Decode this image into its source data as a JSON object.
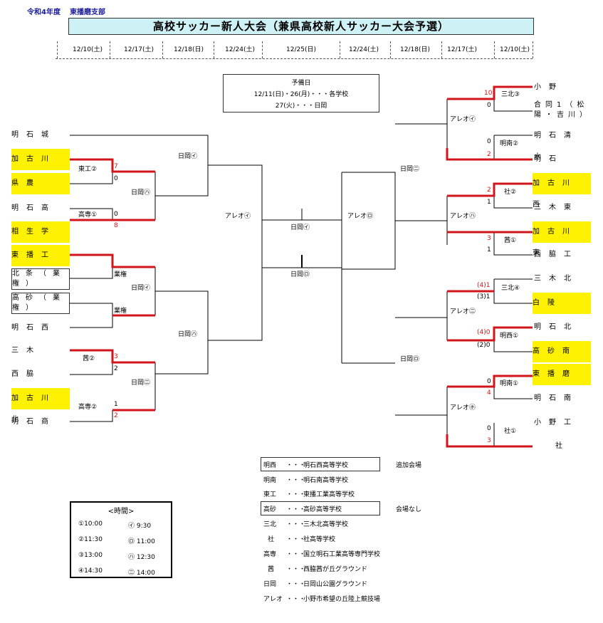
{
  "header": {
    "year": "令和4年度",
    "branch": "東播磨支部",
    "title": "高校サッカー新人大会（兼県高校新人サッカー大会予選）"
  },
  "dates": [
    "12/10(土)",
    "12/17(土)",
    "12/18(日)",
    "12/24(土)",
    "12/25(日)",
    "12/24(土)",
    "12/18(日)",
    "12/17(土)",
    "12/10(土)"
  ],
  "reserve": {
    "title": "予備日",
    "line1": "12/11(日)・26(月)・・・各学校",
    "line2": "27(火)・・・日岡"
  },
  "left_teams": [
    "明石城西",
    "加古川南",
    "県農",
    "明石高専",
    "相生学院",
    "東播工",
    "北条（業権）",
    "高砂（業権）",
    "明石西",
    "三木",
    "西脇",
    "加古川北",
    "明石商"
  ],
  "right_teams": [
    "小野",
    "合同1（松陽・吉川）",
    "明石清水",
    "明石",
    "加古川西",
    "三木東",
    "加古川東",
    "西脇工",
    "三木北",
    "白陵",
    "明石北",
    "高砂南",
    "東播磨",
    "明石南",
    "小野工",
    "社"
  ],
  "venues_left": [
    "東工②",
    "日岡㋑",
    "日岡㋩",
    "高専①",
    "業権",
    "日岡㋑",
    "業権",
    "日岡㋩",
    "茜②",
    "日岡㊁",
    "高専②",
    "アレオ㋑"
  ],
  "venues_center": [
    "日岡㋑",
    "日岡㋺"
  ],
  "venues_right": [
    "三北③",
    "アレオ㋑",
    "明南②",
    "日岡㊁",
    "社②",
    "アレオ㋩",
    "茜①",
    "アレオ㋺",
    "三北④",
    "アレオ㊁",
    "明西①",
    "日岡㋺",
    "明南①",
    "アレオ㋭",
    "社①"
  ],
  "scores_left": [
    "7",
    "0",
    "0",
    "8",
    "3",
    "2",
    "1",
    "2"
  ],
  "scores_right": [
    "10",
    "0",
    "0",
    "2",
    "2",
    "1",
    "3",
    "1",
    "(4)1",
    "(3)1",
    "(4)0",
    "(2)0",
    "0",
    "4",
    "0",
    "3"
  ],
  "time_box": {
    "title": "<時間>",
    "rows": [
      "①10:00",
      "㋑ 9:30",
      "②11:30",
      "㋺ 11:00",
      "③13:00",
      "㋩ 12:30",
      "④14:30",
      "㊁ 14:00"
    ]
  },
  "legend": [
    {
      "abbr": "明西",
      "desc": "明石西高等学校",
      "note": "追加会場"
    },
    {
      "abbr": "明南",
      "desc": "明石南高等学校",
      "note": ""
    },
    {
      "abbr": "東工",
      "desc": "東播工業高等学校",
      "note": ""
    },
    {
      "abbr": "高砂",
      "desc": "高砂高等学校",
      "note": "会場なし"
    },
    {
      "abbr": "三北",
      "desc": "三木北高等学校",
      "note": ""
    },
    {
      "abbr": "社",
      "desc": "社高等学校",
      "note": ""
    },
    {
      "abbr": "高専",
      "desc": "国立明石工業高等専門学校",
      "note": ""
    },
    {
      "abbr": "茜",
      "desc": "西脇茜が丘グラウンド",
      "note": ""
    },
    {
      "abbr": "日岡",
      "desc": "日岡山公園グラウンド",
      "note": ""
    },
    {
      "abbr": "アレオ",
      "desc": "小野市希望の丘陸上競技場",
      "note": ""
    }
  ],
  "dots": "・・・",
  "colors": {
    "winner_line": "#d0161b",
    "highlight": "#fff200",
    "title_bg": "#cdf1f5"
  }
}
